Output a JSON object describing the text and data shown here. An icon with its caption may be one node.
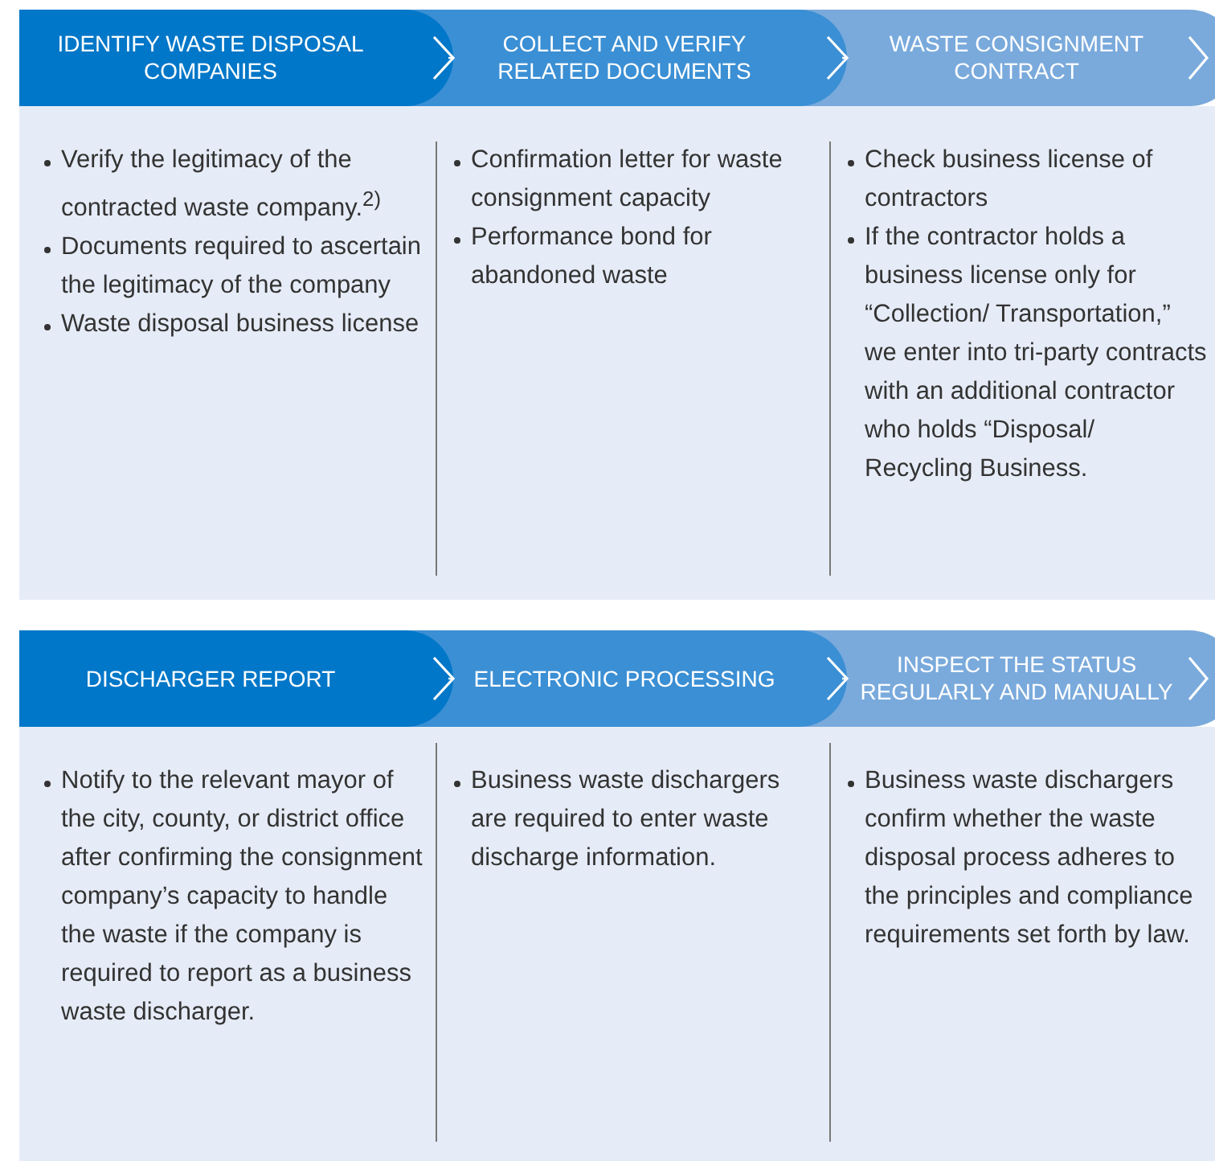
{
  "diagram": {
    "nodes": [
      {
        "text": [
          "IDENTIFY WASTE DISPOSAL COMPANIES"
        ],
        "beside": [
          "Verify the legitimacy of the contracted waste company.$^{2)}$",
          "Documents required to ascertain the legitimacy of the company",
          "Waste disposal business license"
        ]
      },
      {
        "text": [
          "COLLECT AND VERIFY RELATED DOCUMENTS"
        ],
        "beside": [
          "Confirmation letter for waste consignment capacity",
          "Performance bond for abandoned waste"
        ]
      },
      {
        "text": [
          "WASTE CONSIGNMENT CONTRACT"
        ],
        "beside": [
          "Check business license of contractors",
          "If the contractor holds a business license only for “Collection/ Transportation,” we enter into tri-party contracts with an additional contractor who holds “Disposal/ Recycling Business."
        ]
      },
      {
        "text": [
          "DISCHARGER REPORT"
        ],
        "beside": [
          "Notify to the relevant mayor of the city, county, or district office after confirming the consignment company’s capacity to handle the waste if the company is required to report as a business waste discharger."
        ]
      },
      {
        "text": [
          "ELECTRONIC PROCESSING"
        ],
        "beside": [
          "Business waste dischargers are required to enter waste discharge information."
        ]
      },
      {
        "text": [
          "INSPECT THE STATUS REGULARLY AND MANUALLY"
        ],
        "beside": [
          "Business waste dischargers confirm whether the waste disposal process adheres to the principles and compliance requirements set forth by law."
        ]
      }
    ],
    "edges": [
      {
        "from": 0,
        "to": 1,
        "arrow": "to"
      },
      {
        "from": 1,
        "to": 2,
        "arrow": "to"
      },
      {
        "from": 3,
        "to": 4,
        "arrow": "to"
      },
      {
        "from": 4,
        "to": 5,
        "arrow": "to"
      }
    ]
  }
}
